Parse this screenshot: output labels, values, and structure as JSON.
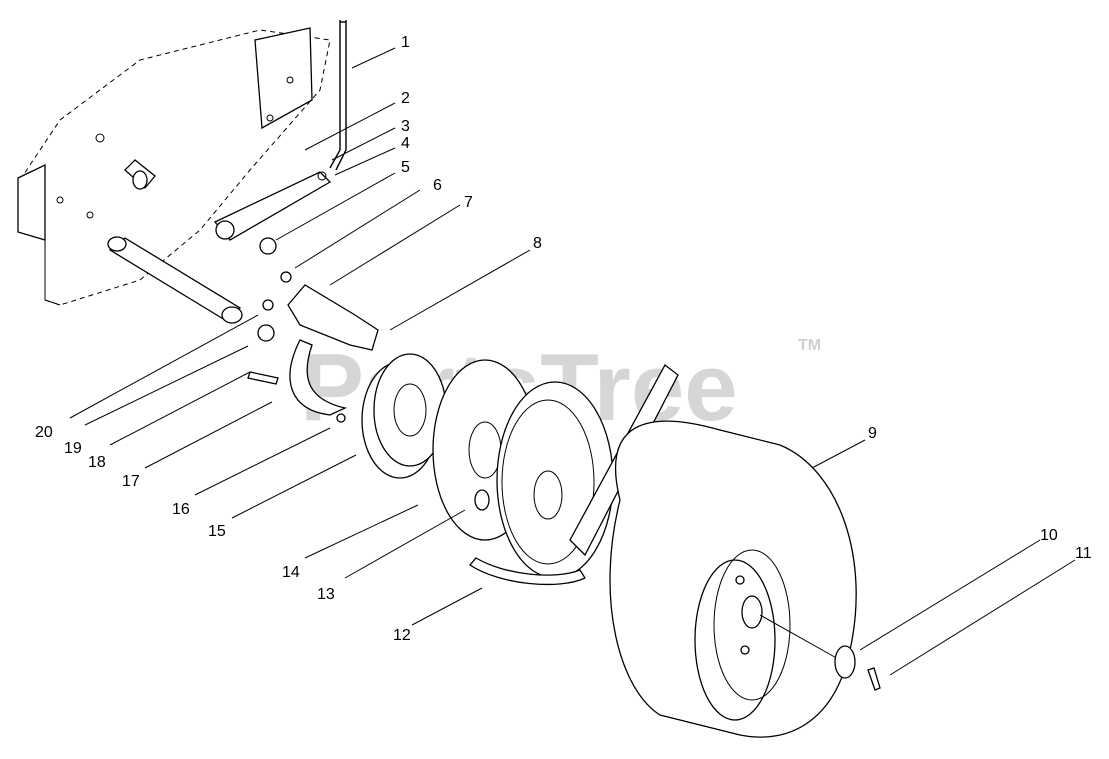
{
  "watermark": {
    "text": "PartsTree",
    "tm": "TM"
  },
  "callouts": [
    {
      "id": "1",
      "label": "1"
    },
    {
      "id": "2",
      "label": "2"
    },
    {
      "id": "3",
      "label": "3"
    },
    {
      "id": "4",
      "label": "4"
    },
    {
      "id": "5",
      "label": "5"
    },
    {
      "id": "6",
      "label": "6"
    },
    {
      "id": "7",
      "label": "7"
    },
    {
      "id": "8",
      "label": "8"
    },
    {
      "id": "9",
      "label": "9"
    },
    {
      "id": "10",
      "label": "10"
    },
    {
      "id": "11",
      "label": "11"
    },
    {
      "id": "12",
      "label": "12"
    },
    {
      "id": "13",
      "label": "13"
    },
    {
      "id": "14",
      "label": "14"
    },
    {
      "id": "15",
      "label": "15"
    },
    {
      "id": "16",
      "label": "16"
    },
    {
      "id": "17",
      "label": "17"
    },
    {
      "id": "18",
      "label": "18"
    },
    {
      "id": "19",
      "label": "19"
    },
    {
      "id": "20",
      "label": "20"
    }
  ]
}
